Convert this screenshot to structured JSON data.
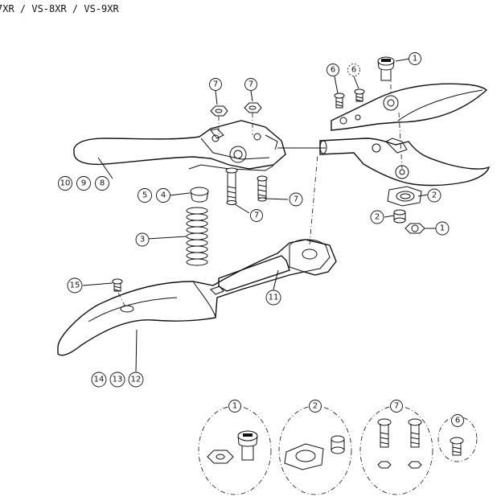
{
  "title": "7XR / VS-8XR / VS-9XR",
  "callouts": {
    "c1a": "1",
    "c6": "6",
    "c6b": "6",
    "c7a": "7",
    "c7b": "7",
    "c10": "10",
    "c9": "9",
    "c8": "8",
    "c5": "5",
    "c4": "4",
    "c3": "3",
    "c7c": "7",
    "c7d": "7",
    "c2a": "2",
    "c2b": "2",
    "c1b": "1",
    "c11": "11",
    "c15": "15",
    "c14": "14",
    "c13": "13",
    "c12": "12",
    "d1": "1",
    "d2": "2",
    "d7": "7",
    "d6": "6"
  }
}
